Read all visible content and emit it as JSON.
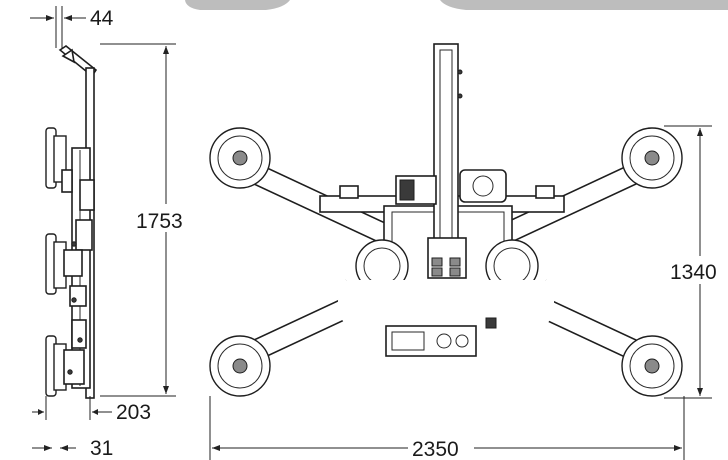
{
  "dimensions": {
    "side_top_offset": "44",
    "height": "1753",
    "side_depth": "203",
    "side_small": "31",
    "front_height": "1340",
    "front_width": "2350"
  },
  "colors": {
    "line": "#1e1e1e",
    "tab": "#bdbdbd",
    "fill": "#ffffff"
  }
}
